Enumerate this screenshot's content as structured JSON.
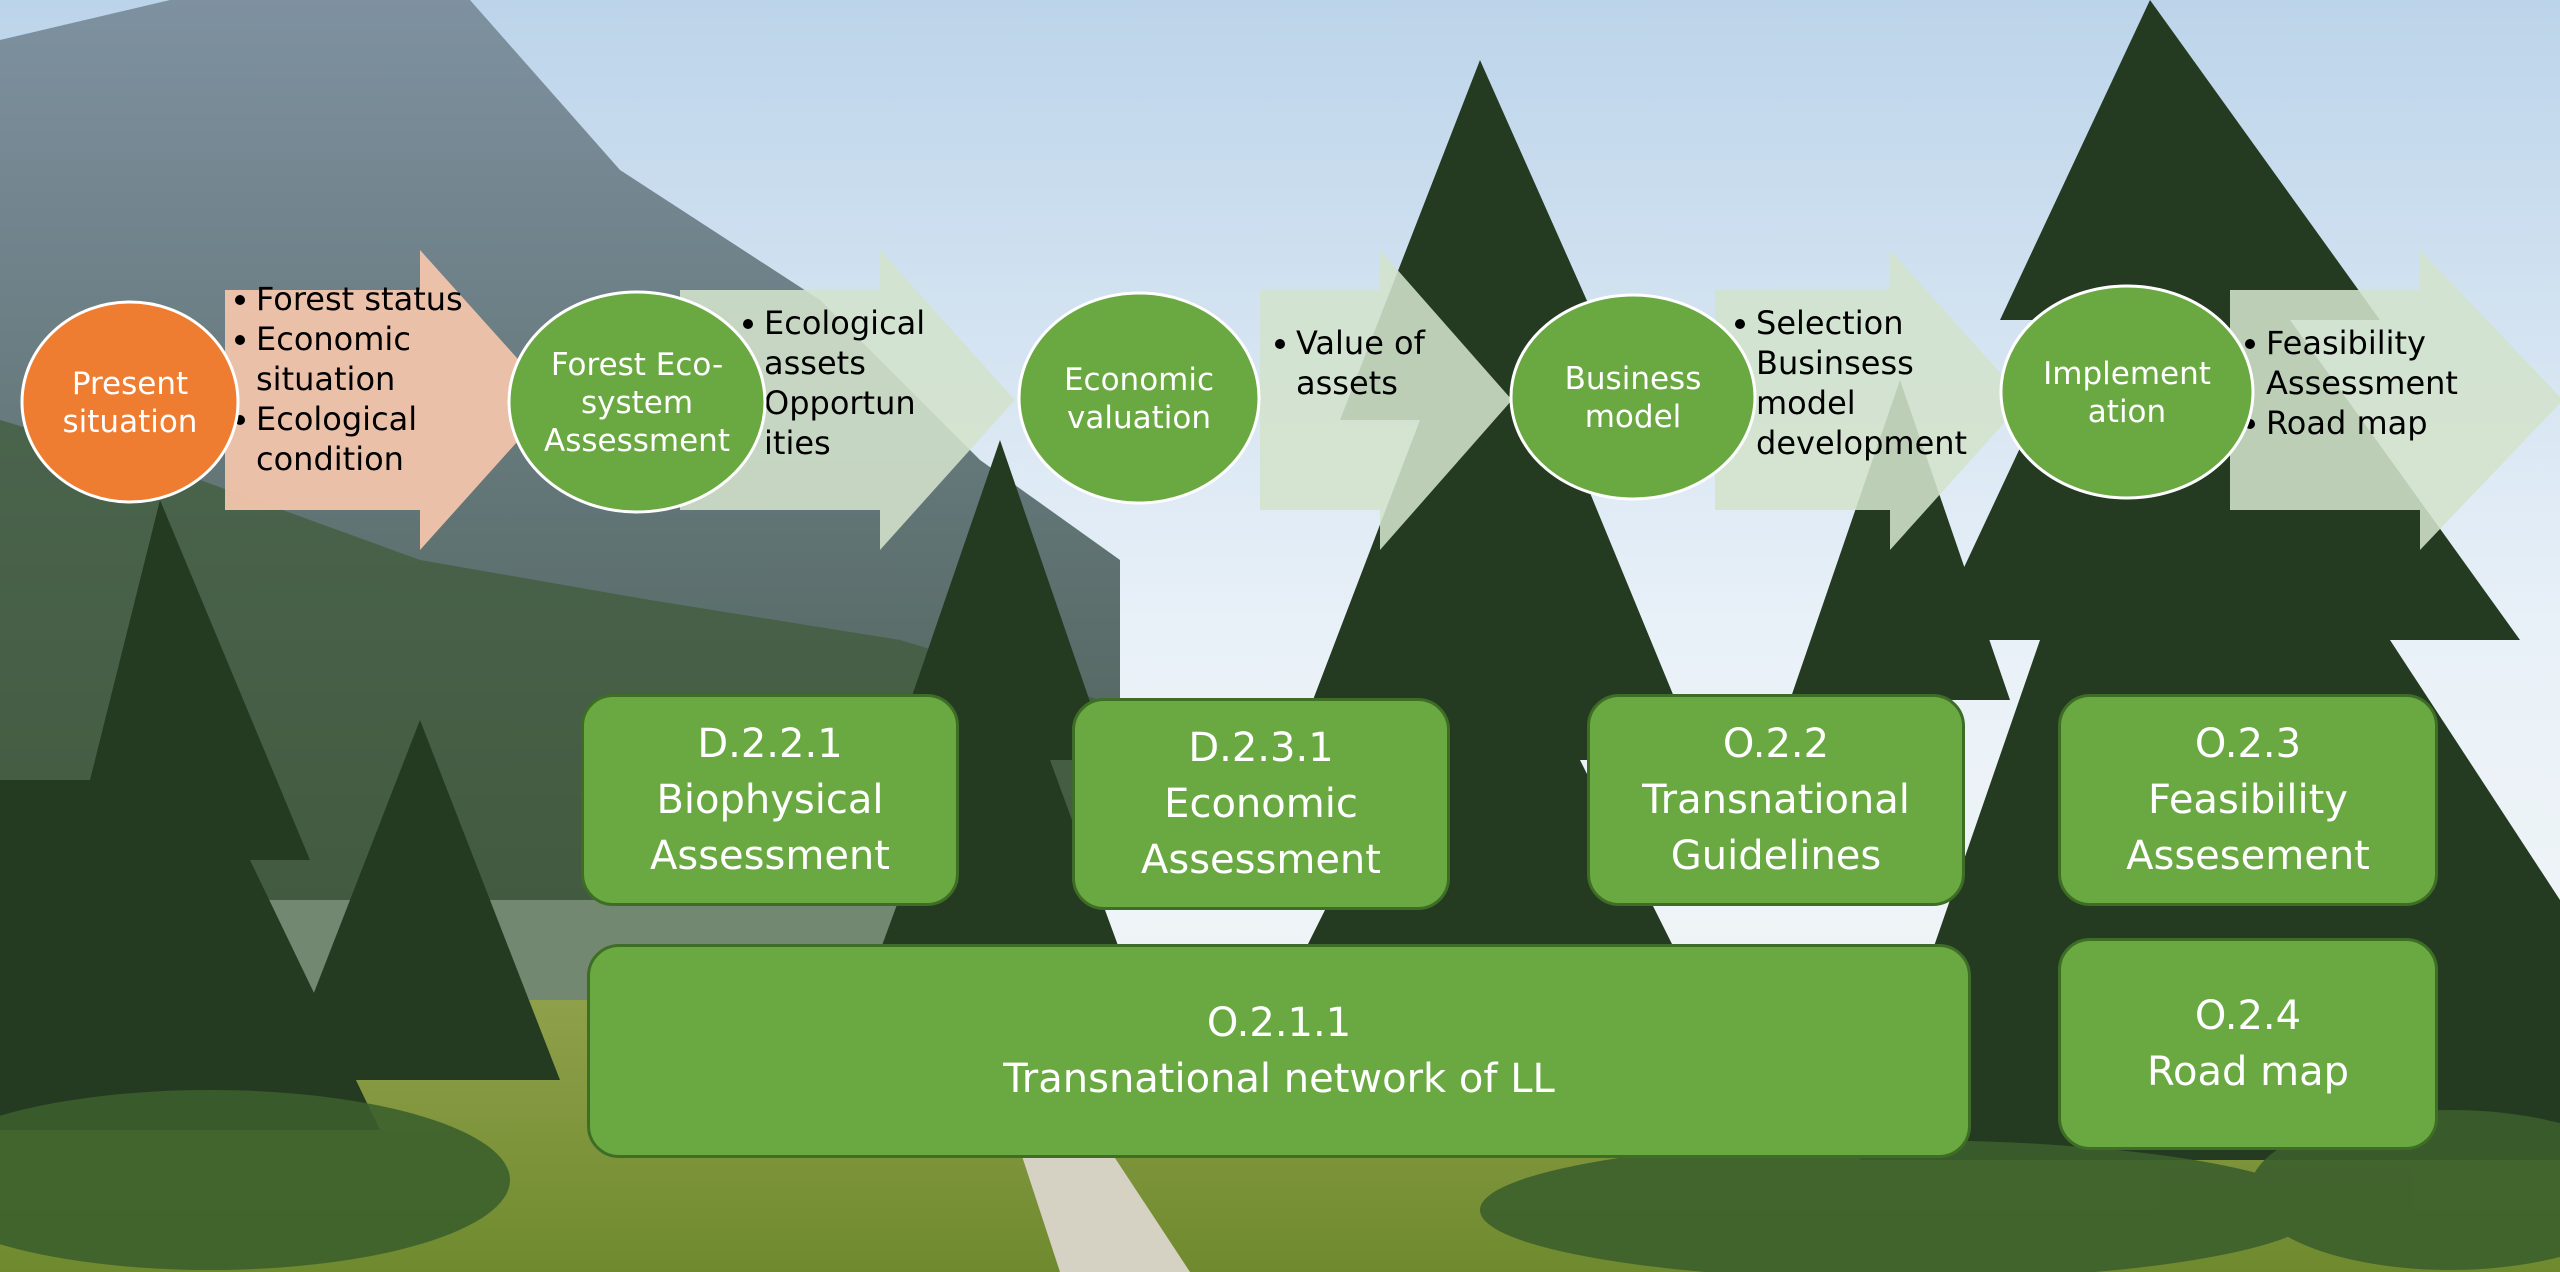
{
  "process": [
    {
      "stage": [
        "Present",
        "situation"
      ],
      "stage_color": "#ee7d31",
      "arrow_color": "#f2c4ab",
      "bullets": [
        "Forest status",
        "Economic situation",
        "Ecological condition"
      ]
    },
    {
      "stage": [
        "Forest Eco-",
        "system",
        "Assessment"
      ],
      "stage_color": "#6aa942",
      "arrow_color": "#d3e2cc",
      "bullets": [
        "Ecological assets",
        "Opportunities"
      ]
    },
    {
      "stage": [
        "Economic",
        "valuation"
      ],
      "stage_color": "#6aa942",
      "arrow_color": "#d3e2cc",
      "bullets": [
        "Value of assets"
      ]
    },
    {
      "stage": [
        "Business",
        "model"
      ],
      "stage_color": "#6aa942",
      "arrow_color": "#d3e2cc",
      "bullets": [
        "Selection",
        "Businsess model development"
      ]
    },
    {
      "stage": [
        "Implement",
        "ation"
      ],
      "stage_color": "#6aa942",
      "arrow_color": "#d3e2cc",
      "bullets": [
        "Feasibility Assessment",
        "Road map"
      ]
    }
  ],
  "outputs": {
    "d221": {
      "code": "D.2.2.1",
      "title_1": "Biophysical",
      "title_2": "Assessment"
    },
    "d231": {
      "code": "D.2.3.1",
      "title_1": "Economic",
      "title_2": "Assessment"
    },
    "o22": {
      "code": "O.2.2",
      "title_1": "Transnational",
      "title_2": "Guidelines"
    },
    "o23": {
      "code": "O.2.3",
      "title_1": "Feasibility",
      "title_2": "Assesement"
    },
    "o211": {
      "code": "O.2.1.1",
      "title_1": "Transnational network of LL"
    },
    "o24": {
      "code": "O.2.4",
      "title_1": "Road map"
    }
  },
  "colors": {
    "box_fill": "#6aa942",
    "box_border": "#3e6e25",
    "accent_orange": "#ee7d31"
  }
}
